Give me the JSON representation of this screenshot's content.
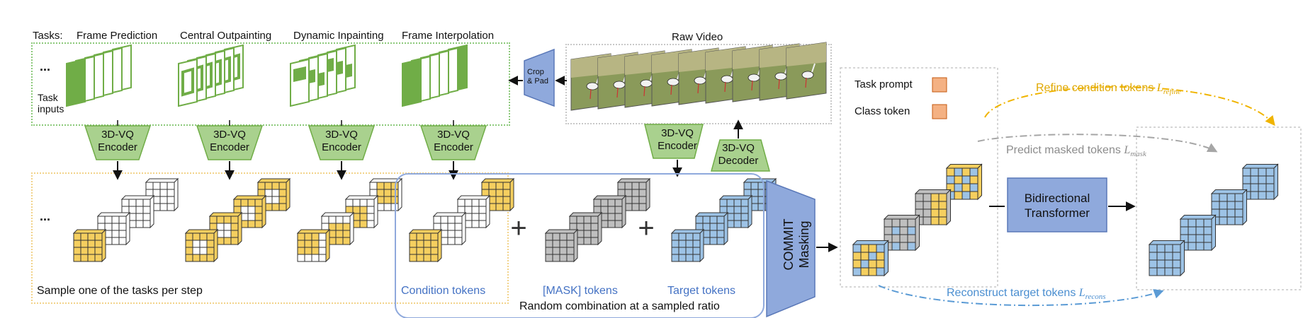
{
  "tasks_label": "Tasks:",
  "tasks": [
    "Frame Prediction",
    "Central Outpainting",
    "Dynamic Inpainting",
    "Frame Interpolation"
  ],
  "ellipsis": "...",
  "task_inputs": "Task\ninputs",
  "encoder_label": "3D-VQ\nEncoder",
  "decoder_label": "3D-VQ\nDecoder",
  "crop_pad": "Crop\n& Pad",
  "raw_video": "Raw Video",
  "sample_text": "Sample one of the tasks per step",
  "condition_tokens": "Condition tokens",
  "mask_tokens": "[MASK] tokens",
  "target_tokens": "Target tokens",
  "random_combination": "Random combination at a sampled ratio",
  "commit_masking": "COMMIT\nMasking",
  "task_prompt": "Task prompt",
  "class_token": "Class token",
  "refine_text": "Refine condition tokens",
  "refine_sub": "refine",
  "predict_text": "Predict masked tokens",
  "predict_sub": "mask",
  "reconstruct_text": "Reconstruct target tokens",
  "reconstruct_sub": "recons",
  "bidirectional": "Bidirectional\nTransformer",
  "colors": {
    "green": "#70ad47",
    "yellow": "#f5cf5f",
    "blue": "#9dc3e6",
    "gray": "#bfbfbf",
    "orange": "#f4b183",
    "purple": "#8fa9dc",
    "refine_arrow": "#f0b400",
    "predict_arrow": "#a6a6a6",
    "recons_arrow": "#5b9bd5",
    "cond_text": "#4472c4"
  }
}
